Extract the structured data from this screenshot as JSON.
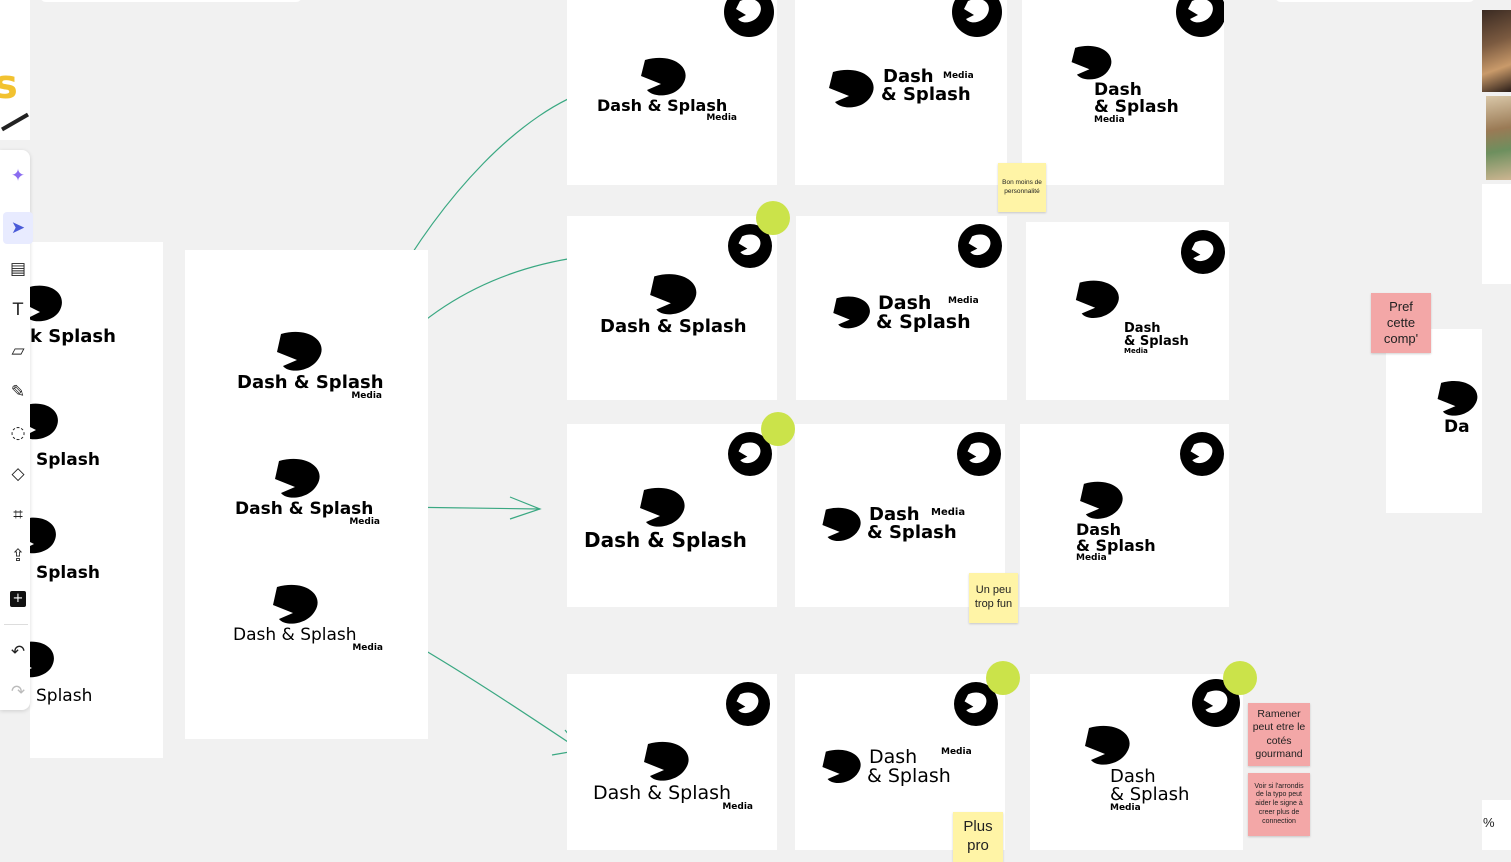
{
  "brand": {
    "name": "Dash & Splash",
    "sub": "Media",
    "name_line1": "Dash",
    "name_line2": "& Splash"
  },
  "left_column_fragments": [
    {
      "text": "k Splash"
    },
    {
      "text": "Splash"
    },
    {
      "text": "Splash"
    },
    {
      "text": "Splash"
    }
  ],
  "source_card": {
    "logos": [
      {
        "name": "Dash & Splash",
        "sub": "Media"
      },
      {
        "name": "Dash & Splash",
        "sub": "Media"
      },
      {
        "name": "Dash & Splash",
        "sub": "Media"
      }
    ]
  },
  "stickies": {
    "bon": "Bon moins de personnalité",
    "fun": "Un peu trop fun",
    "plus_pro": "Plus pro",
    "pref": "Pref cette comp'",
    "ramener": "Ramener peut etre le cotés gourmand",
    "voir": "Voir si l'arrondis de la typo peut aider le signe à creer plus de connection"
  },
  "right_edge_fragment": {
    "text": "Da"
  },
  "zoom": {
    "text": "%"
  },
  "colors": {
    "canvas": "#f1f1f1",
    "card": "#ffffff",
    "vote": "#cbe34a",
    "sticky_yellow": "#fff4a6",
    "sticky_pink": "#f3a7a7",
    "arrow": "#3aa882",
    "reject": "#e05050",
    "select_accent": "#4a5bd8",
    "ai_accent": "#8a6cf0"
  },
  "toolbar": {
    "tools": [
      {
        "icon": "sparkle-icon",
        "glyph": "✦"
      },
      {
        "icon": "select-cursor-icon",
        "glyph": "➤"
      },
      {
        "icon": "template-icon",
        "glyph": "▤"
      },
      {
        "icon": "text-icon",
        "glyph": "T"
      },
      {
        "icon": "sticky-note-icon",
        "glyph": "▱"
      },
      {
        "icon": "pen-icon",
        "glyph": "✎"
      },
      {
        "icon": "comment-icon",
        "glyph": "◌"
      },
      {
        "icon": "shapes-icon",
        "glyph": "◇"
      },
      {
        "icon": "frame-icon",
        "glyph": "⌗"
      },
      {
        "icon": "upload-icon",
        "glyph": "⇪"
      },
      {
        "icon": "add-icon",
        "glyph": "+"
      },
      {
        "icon": "undo-icon",
        "glyph": "↶"
      },
      {
        "icon": "redo-icon",
        "glyph": "↷"
      }
    ]
  }
}
